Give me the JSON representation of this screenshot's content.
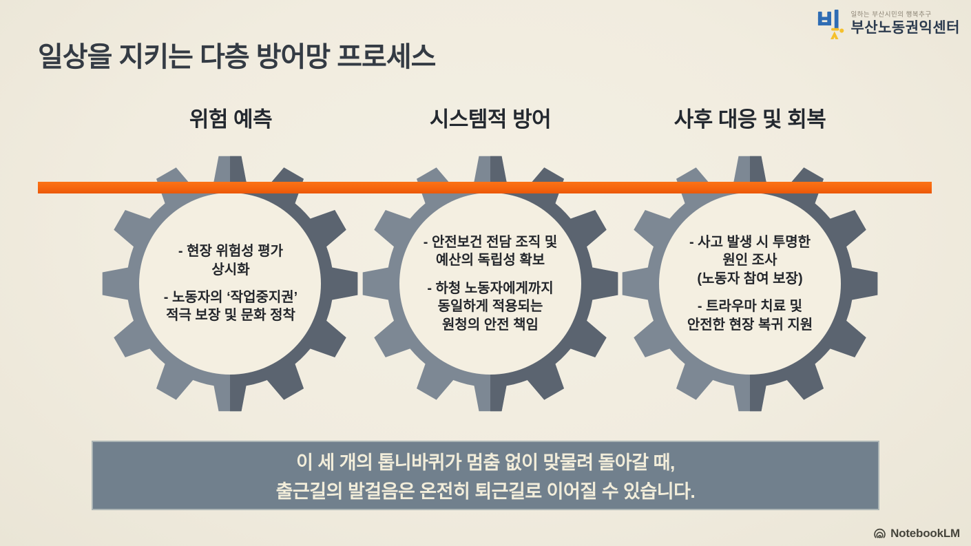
{
  "slide": {
    "title": "일상을 지키는 다층 방어망 프로세스"
  },
  "org": {
    "slogan": "일하는 부산시민의 행복추구",
    "name": "부산노동권익센터"
  },
  "gears": [
    {
      "header": "위험 예측",
      "bullets": [
        [
          "- 현장 위험성 평가",
          "상시화"
        ],
        [
          "- 노동자의 ‘작업중지권’",
          "적극 보장 및 문화 정착"
        ]
      ]
    },
    {
      "header": "시스템적 방어",
      "bullets": [
        [
          "- 안전보건 전담 조직 및",
          "예산의 독립성 확보"
        ],
        [
          "- 하청 노동자에게까지",
          "동일하게 적용되는",
          "원청의 안전 책임"
        ]
      ]
    },
    {
      "header": "사후 대응 및 회복",
      "bullets": [
        [
          "- 사고 발생 시 투명한",
          "원인 조사",
          "(노동자 참여 보장)"
        ],
        [
          "- 트라우마 치료 및",
          "안전한 현장 복귀 지원"
        ]
      ]
    }
  ],
  "banner": {
    "line1": "이 세 개의 톱니바퀴가 멈춤 없이 맞물려 돌아갈 때,",
    "line2": "출근길의 발걸음은 온전히 퇴근길로 이어질 수 있습니다."
  },
  "footer": {
    "brand": "NotebookLM"
  },
  "colors": {
    "background": "#f1ecdf",
    "accent_orange": "#f6650e",
    "gear_light": "#7d8894",
    "gear_dark": "#5b6470",
    "gear_inner": "#f4efe1",
    "banner_bg": "#71808d",
    "banner_text": "#f2edda",
    "title_text": "#343b44",
    "logo_blue": "#2e6cb4",
    "logo_yellow": "#f5c02c",
    "logo_navy": "#2b3a4e"
  }
}
